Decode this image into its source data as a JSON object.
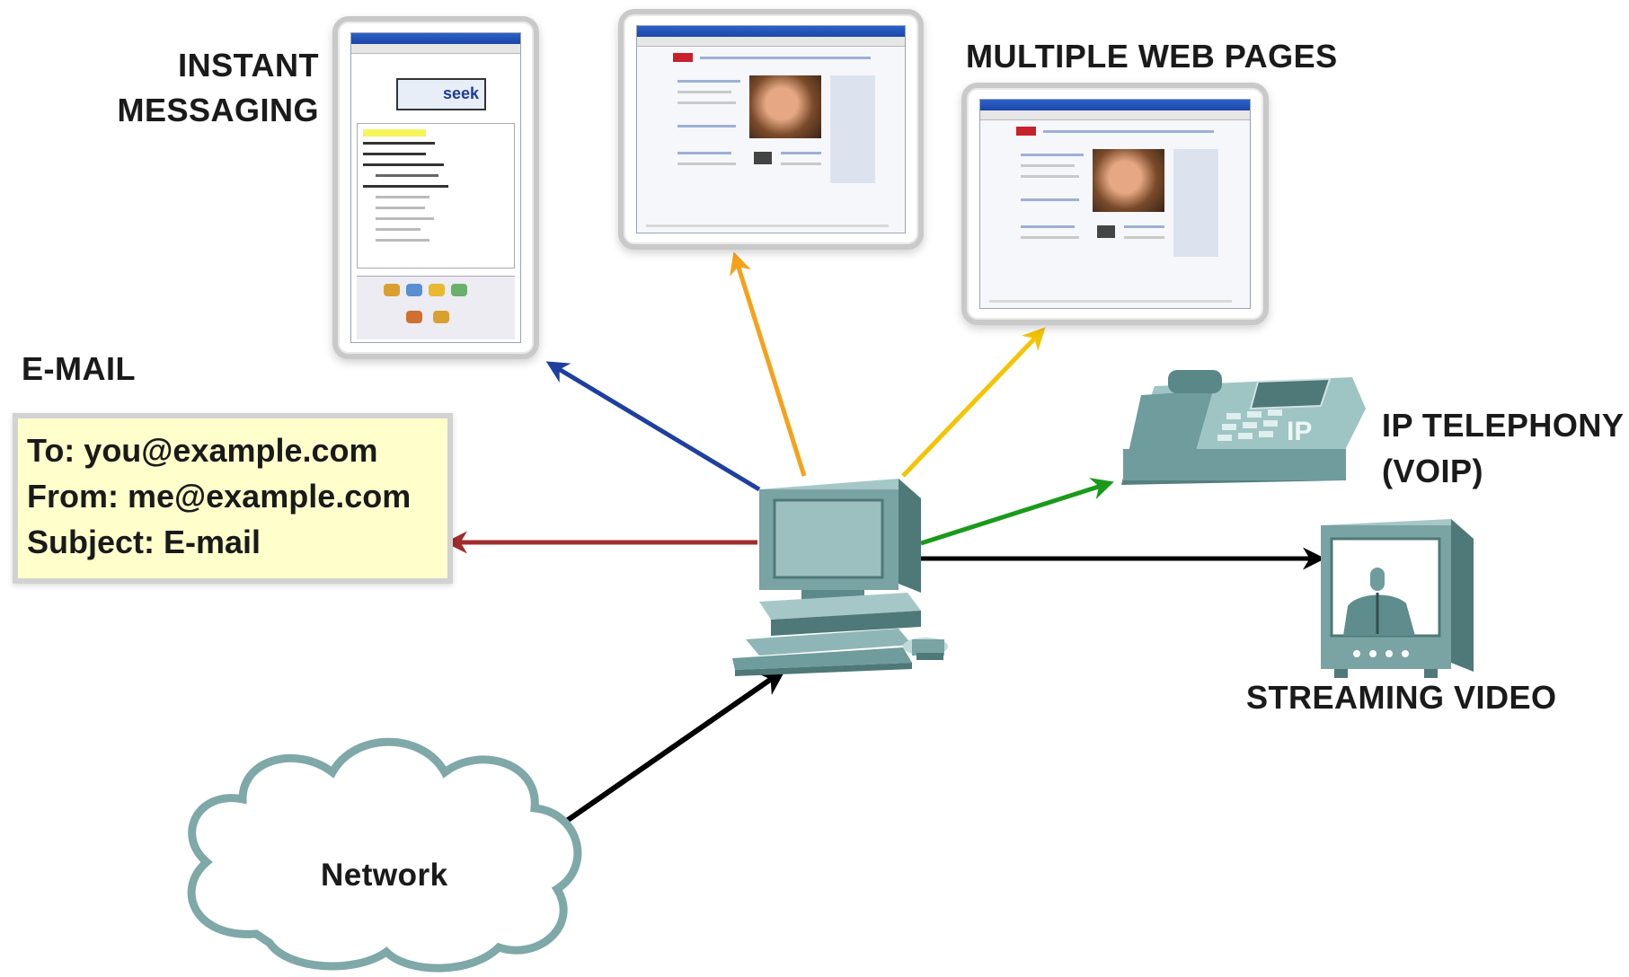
{
  "labels": {
    "instant_messaging": [
      "INSTANT",
      "MESSAGING"
    ],
    "multiple_web_pages": "MULTIPLE WEB PAGES",
    "email_title": "E-MAIL",
    "ip_telephony": [
      "IP TELEPHONY",
      "(VOIP)"
    ],
    "streaming_video": "STREAMING VIDEO",
    "network": "Network",
    "phone_ip": "IP",
    "im_seek": "seek"
  },
  "email": {
    "to": "To: you@example.com",
    "from": "From: me@example.com",
    "subject": "Subject: E-mail"
  },
  "colors": {
    "arrow_network": "#000000",
    "arrow_im": "#1f3fa0",
    "arrow_email": "#a02c2c",
    "arrow_web1": "#f5a21a",
    "arrow_web2": "#f3c400",
    "arrow_voip": "#1a9a1a",
    "arrow_video": "#000000",
    "device_teal": "#6f9c9c",
    "email_bg": "#ffffcc"
  },
  "icons": [
    "computer-icon",
    "ip-phone-icon",
    "tv-monitor-icon",
    "cloud-icon"
  ]
}
